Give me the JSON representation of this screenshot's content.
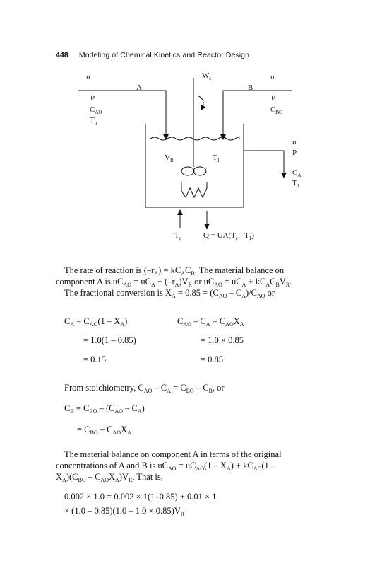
{
  "header": {
    "page_number": "448",
    "running_title": "Modeling of Chemical Kinetics and Reactor Design"
  },
  "diagram": {
    "labels": {
      "u_left": "u",
      "A": "A",
      "P_left": "P",
      "C_left": "C",
      "C_left_sub": "AO",
      "T_left": "T",
      "T_left_sub": "o",
      "W_top": "W",
      "W_top_sub": "s",
      "u_right": "u",
      "B": "B",
      "P_right": "P",
      "C_right": "C",
      "C_right_sub": "BO",
      "u_out": "u",
      "P_out": "P",
      "C_out": "C",
      "C_out_sub": "A",
      "T_out": "T",
      "T_out_sub": "1",
      "V_R": "V",
      "V_R_sub": "R",
      "T1_in": "T",
      "T1_in_sub": "1",
      "Tc": "T",
      "Tc_sub": "c",
      "Q_label": "Q = UA(T",
      "Q_label_sub1": "c",
      "Q_label_mid": " - T",
      "Q_label_sub2": "1",
      "Q_label_end": ")"
    }
  },
  "body": {
    "p1_l1": "The rate of reaction is (–r",
    "p1_l1_s1": "A",
    "p1_l1_b": ") = kC",
    "p1_l1_s2": "A",
    "p1_l1_c": "C",
    "p1_l1_s3": "B",
    "p1_l1_d": ". The material balance on",
    "p1_l2_a": "component A is uC",
    "p1_l2_s1": "AO",
    "p1_l2_b": " = uC",
    "p1_l2_s2": "A",
    "p1_l2_c": " + (–r",
    "p1_l2_s3": "A",
    "p1_l2_d": ")V",
    "p1_l2_s4": "R",
    "p1_l2_e": " or uC",
    "p1_l2_s5": "AO",
    "p1_l2_f": " = uC",
    "p1_l2_s6": "A",
    "p1_l2_g": " + kC",
    "p1_l2_s7": "A",
    "p1_l2_h": "C",
    "p1_l2_s8": "B",
    "p1_l2_i": "V",
    "p1_l2_s9": "R",
    "p1_l2_j": ".",
    "p1_l3_a": "The fractional conversion is X",
    "p1_l3_s1": "A",
    "p1_l3_b": " = 0.85 = (C",
    "p1_l3_s2": "AO",
    "p1_l3_c": " – C",
    "p1_l3_s3": "A",
    "p1_l3_d": ")/C",
    "p1_l3_s4": "AO",
    "p1_l3_e": " or",
    "eq_l1_a": "C",
    "eq_l1_s1": "A",
    "eq_l1_b": " = C",
    "eq_l1_s2": "AO",
    "eq_l1_c": "(1 – X",
    "eq_l1_s3": "A",
    "eq_l1_d": ")",
    "eq_l2": "= 1.0(1 – 0.85)",
    "eq_l3": "= 0.15",
    "eq_r1_a": "C",
    "eq_r1_s1": "AO",
    "eq_r1_b": " – C",
    "eq_r1_s2": "A",
    "eq_r1_c": " = C",
    "eq_r1_s3": "AO",
    "eq_r1_d": "X",
    "eq_r1_s4": "A",
    "eq_r2": "= 1.0 × 0.85",
    "eq_r3": "= 0.85",
    "stoich_a": "From stoichiometry, C",
    "stoich_s1": "AO",
    "stoich_b": " – C",
    "stoich_s2": "A",
    "stoich_c": " = C",
    "stoich_s3": "BO",
    "stoich_d": " – C",
    "stoich_s4": "B",
    "stoich_e": ", or",
    "cb1_a": "C",
    "cb1_s1": "B",
    "cb1_b": " = C",
    "cb1_s2": "BO",
    "cb1_c": " – (C",
    "cb1_s3": "AO",
    "cb1_d": " – C",
    "cb1_s4": "A",
    "cb1_e": ")",
    "cb2_a": "= C",
    "cb2_s1": "BO",
    "cb2_b": " – C",
    "cb2_s2": "AO",
    "cb2_c": "X",
    "cb2_s3": "A",
    "mb_l1": "The material balance on component A in terms of the original",
    "mb_l2_a": "concentrations of A and B is uC",
    "mb_l2_s1": "AO",
    "mb_l2_b": " = uC",
    "mb_l2_s2": "AO",
    "mb_l2_c": "(1 – X",
    "mb_l2_s3": "A",
    "mb_l2_d": ") + kC",
    "mb_l2_s4": "AO",
    "mb_l2_e": "(1 –",
    "mb_l3_a": "X",
    "mb_l3_s1": "A",
    "mb_l3_b": ")(C",
    "mb_l3_s2": "BO",
    "mb_l3_c": " – C",
    "mb_l3_s3": "AO",
    "mb_l3_d": "X",
    "mb_l3_s4": "A",
    "mb_l3_e": ")V",
    "mb_l3_s5": "R",
    "mb_l3_f": ". That is,",
    "num_l1": "0.002 × 1.0 = 0.002 × 1(1–0.85) + 0.01 × 1",
    "num_l2_a": "× (1.0 – 0.85)(1.0 – 1.0 × 0.85)V",
    "num_l2_s1": "R"
  }
}
